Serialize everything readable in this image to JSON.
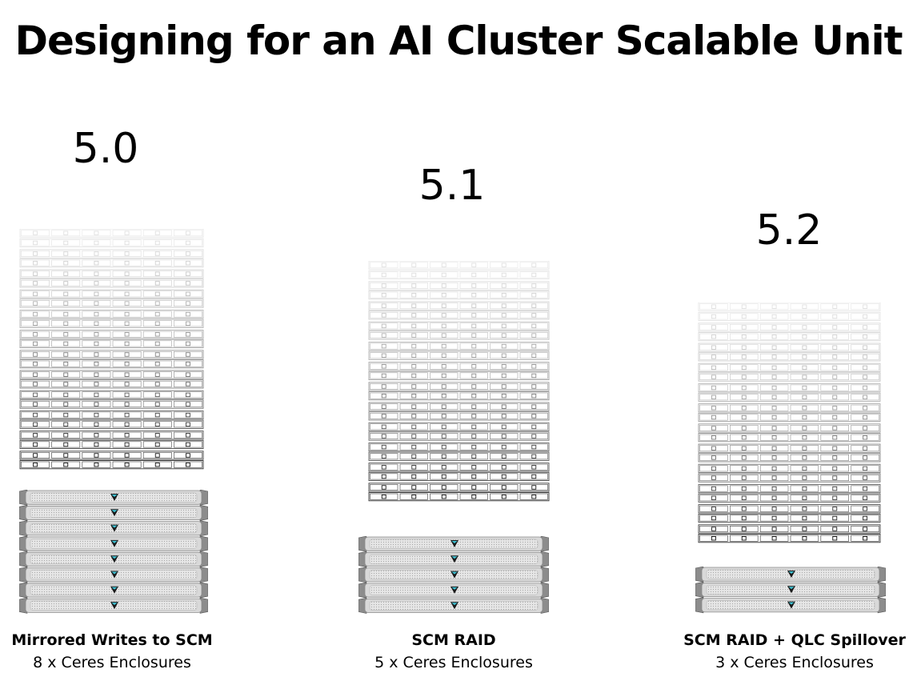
{
  "title": "Designing for an AI Cluster Scalable Unit",
  "columns": [
    {
      "version": "5.0",
      "caption_title": "Mirrored Writes to SCM",
      "caption_subtitle": "8 x Ceres Enclosures",
      "enclosure_count": 8,
      "ssd_rows": 24
    },
    {
      "version": "5.1",
      "caption_title": "SCM RAID",
      "caption_subtitle": "5 x Ceres Enclosures",
      "enclosure_count": 5,
      "ssd_rows": 24
    },
    {
      "version": "5.2",
      "caption_title": "SCM RAID + QLC Spillover",
      "caption_subtitle": "3 x Ceres Enclosures",
      "enclosure_count": 3,
      "ssd_rows": 24
    }
  ],
  "colors": {
    "drive_outline": "#333333",
    "enclosure_body": "#d9d9d9",
    "logo_accent": "#3ec3d5"
  }
}
